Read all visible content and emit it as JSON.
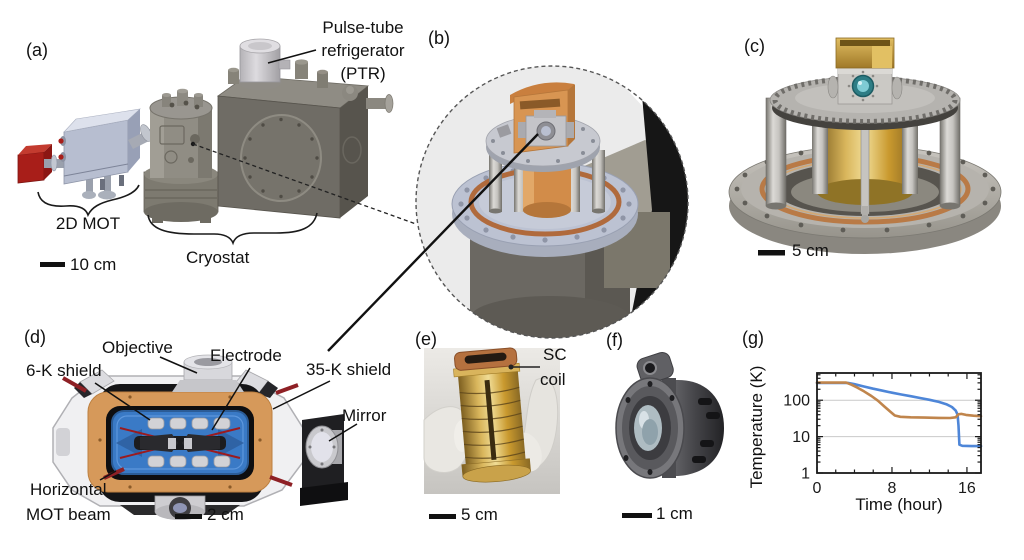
{
  "figure_labels": {
    "a": {
      "panel": "(a)",
      "ptr1": "Pulse-tube",
      "ptr2": "refrigerator",
      "ptr3": "(PTR)",
      "mot": "2D MOT",
      "cryostat": "Cryostat",
      "scale": "10 cm"
    },
    "b": {
      "panel": "(b)"
    },
    "c": {
      "panel": "(c)",
      "scale": "5 cm"
    },
    "d": {
      "panel": "(d)",
      "objective": "Objective",
      "electrode": "Electrode",
      "shield6": "6-K shield",
      "shield35": "35-K shield",
      "mirror": "Mirror",
      "mot1": "Horizontal",
      "mot2": "MOT beam",
      "scale": "2 cm"
    },
    "e": {
      "panel": "(e)",
      "sc1": "SC",
      "sc2": "coil",
      "scale": "5 cm"
    },
    "f": {
      "panel": "(f)",
      "scale": "1 cm"
    },
    "g": {
      "panel": "(g)"
    }
  },
  "chart_data": {
    "type": "line",
    "title": "",
    "xlabel": "Time (hour)",
    "ylabel": "Temperature (K)",
    "x_axis": {
      "min": 0,
      "max": 17.5,
      "major_ticks": [
        0,
        8,
        16
      ],
      "tick_labels": [
        "0",
        "8",
        "16"
      ],
      "minor_tick_step": 2
    },
    "y_axis": {
      "scale": "log",
      "min": 1,
      "max": 560,
      "major_ticks": [
        1,
        10,
        100
      ],
      "tick_labels": [
        "1",
        "10",
        "100"
      ],
      "gridlines": [
        10,
        100
      ]
    },
    "legend": "none",
    "series": [
      {
        "name": "blue",
        "color": "#4e86d8",
        "points": [
          [
            0,
            300
          ],
          [
            3.3,
            300
          ],
          [
            4,
            276
          ],
          [
            5,
            238
          ],
          [
            6,
            207
          ],
          [
            7,
            183
          ],
          [
            8,
            161
          ],
          [
            9,
            144
          ],
          [
            10,
            129
          ],
          [
            11,
            115
          ],
          [
            12,
            103
          ],
          [
            13,
            90
          ],
          [
            13.8,
            78
          ],
          [
            14.4,
            65
          ],
          [
            14.8,
            52
          ],
          [
            15.0,
            40
          ],
          [
            15.1,
            20
          ],
          [
            15.2,
            6.0
          ],
          [
            15.5,
            5.6
          ],
          [
            16.5,
            5.5
          ],
          [
            17.5,
            5.5
          ]
        ]
      },
      {
        "name": "orange",
        "color": "#c0854c",
        "points": [
          [
            0,
            305
          ],
          [
            3.1,
            305
          ],
          [
            3.7,
            266
          ],
          [
            4.3,
            222
          ],
          [
            5,
            176
          ],
          [
            5.8,
            131
          ],
          [
            6.5,
            97
          ],
          [
            7.2,
            67
          ],
          [
            7.8,
            49
          ],
          [
            8.3,
            38
          ],
          [
            8.9,
            35
          ],
          [
            10,
            34
          ],
          [
            11.5,
            33.2
          ],
          [
            13,
            32.6
          ],
          [
            14.2,
            32.4
          ],
          [
            14.8,
            34
          ],
          [
            15.1,
            41
          ],
          [
            15.4,
            42
          ],
          [
            15.9,
            39.5
          ],
          [
            16.7,
            37.5
          ],
          [
            17.5,
            36.5
          ]
        ]
      }
    ]
  }
}
